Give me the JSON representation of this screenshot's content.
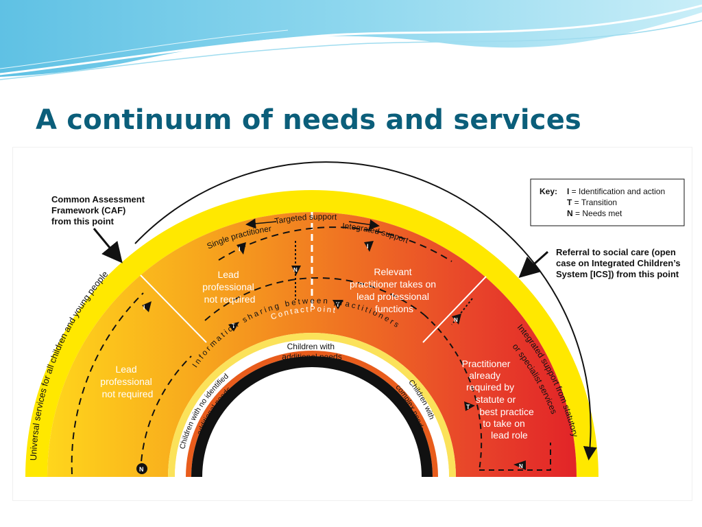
{
  "slide": {
    "title": "A continuum of needs and services"
  },
  "key": {
    "heading": "Key:",
    "items": [
      {
        "letter": "I",
        "text": "Identification and action"
      },
      {
        "letter": "T",
        "text": "Transition"
      },
      {
        "letter": "N",
        "text": "Needs met"
      }
    ]
  },
  "callouts": {
    "caf": [
      "Common Assessment",
      "Framework (CAF)",
      "from this point"
    ],
    "referral": [
      "Referral to social care (open",
      "case on Integrated Children’s",
      "System [ICS]) from this point"
    ]
  },
  "arcs": {
    "universal": "Universal services for all children and young people",
    "integrated_statutory": "Integrated support from statutory",
    "or_specialist": "or specialist services",
    "targeted_support": "Targeted support",
    "single_practitioner": "Single practitioner",
    "integrated_support": "Integrated support",
    "information_sharing": "Information sharing between practitioners",
    "contactpoint": "ContactPoint"
  },
  "zones": {
    "lead_left": [
      "Lead",
      "professional",
      "not required"
    ],
    "lead_middle": [
      "Lead",
      "professional",
      "not required"
    ],
    "relevant": [
      "Relevant",
      "practitioner takes on",
      "lead professional",
      "functions"
    ],
    "statute": [
      "Practitioner",
      "already",
      "required by",
      "statute or",
      "best practice",
      "to take on",
      "lead role"
    ]
  },
  "bands": {
    "no_needs": [
      "Children with no identified",
      "additional needs"
    ],
    "additional": [
      "Children with",
      "additional needs"
    ],
    "complex": [
      "Children with",
      "complex needs"
    ]
  },
  "markers": [
    "I",
    "T",
    "N",
    "I",
    "N",
    "T",
    "I",
    "N",
    "T",
    "N"
  ],
  "colors": {
    "title": "#0b5e7a",
    "outer_band": "#ffe800",
    "gradient_start": "#ffd21a",
    "gradient_mid": "#f38a1c",
    "gradient_end": "#e4262a",
    "inner_band": "#e85c1c",
    "black_band": "#111111"
  }
}
